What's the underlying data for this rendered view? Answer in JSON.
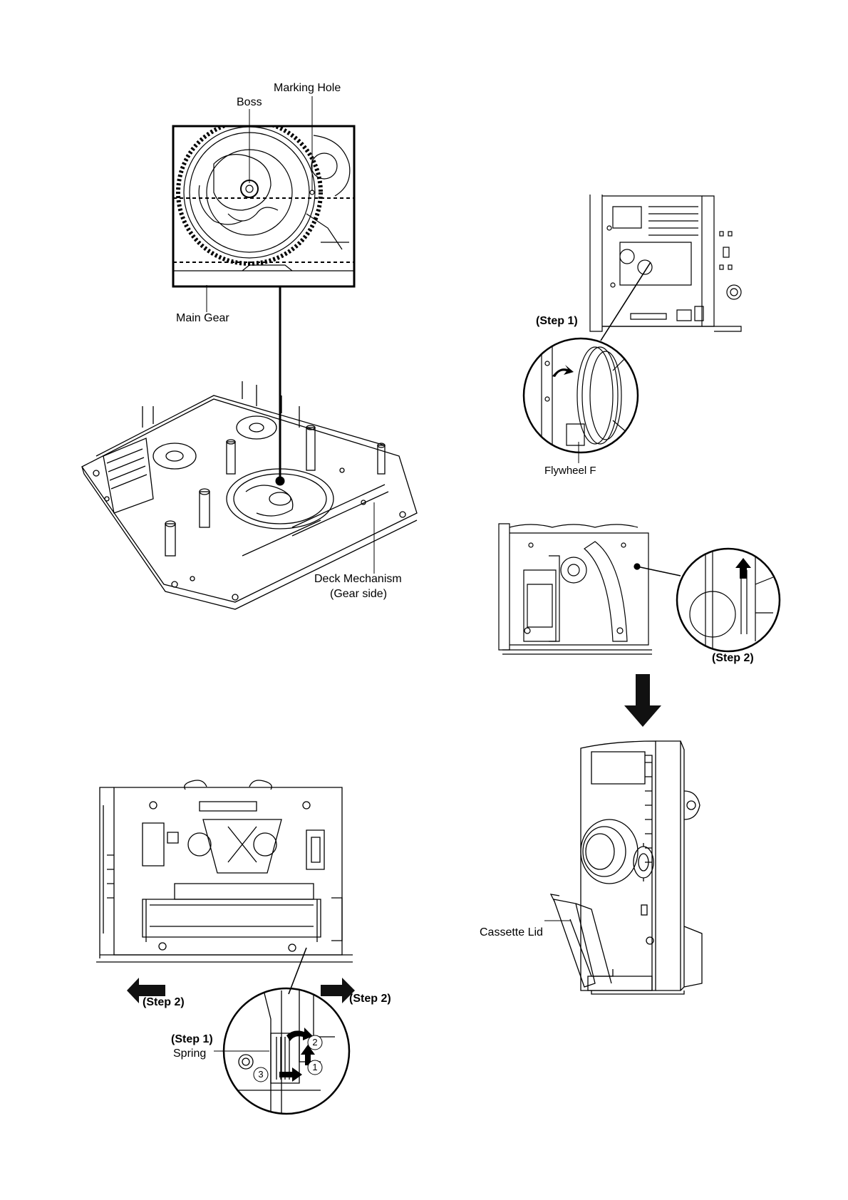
{
  "labels": {
    "marking_hole": "Marking Hole",
    "boss": "Boss",
    "main_gear": "Main Gear",
    "deck_mechanism": "Deck Mechanism",
    "gear_side": "(Gear side)",
    "step1_flywheel": "(Step 1)",
    "flywheel_f": "Flywheel F",
    "step2_right": "(Step 2)",
    "cassette_lid": "Cassette Lid",
    "step2_left": "(Step 2)",
    "step2_bottom_right": "(Step 2)",
    "step1_spring": "(Step 1)",
    "spring": "Spring",
    "num1": "1",
    "num2": "2",
    "num3": "3"
  },
  "colors": {
    "line": "#000000",
    "paper": "#ffffff",
    "arrow": "#111111"
  },
  "icons": {
    "arrow_down": "arrow-down-icon",
    "arrow_left": "arrow-left-icon",
    "arrow_right": "arrow-right-icon"
  }
}
